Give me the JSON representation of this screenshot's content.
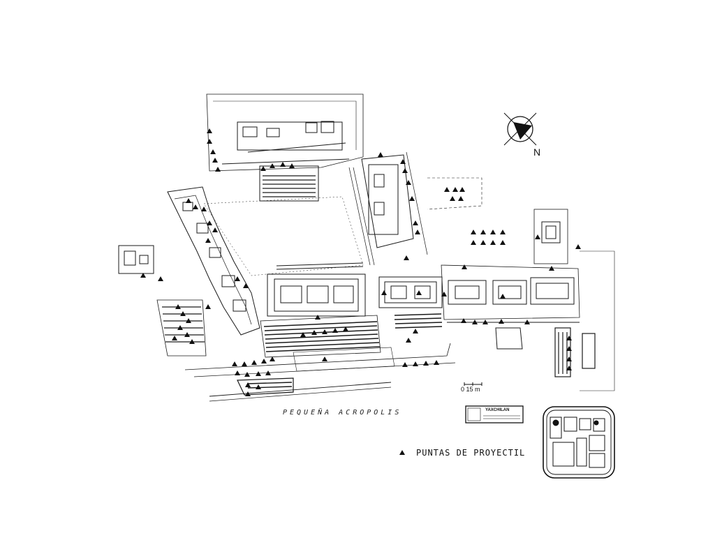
{
  "map": {
    "title": "PEQUEÑA ACROPOLIS",
    "legend_label": "PUNTAS DE PROYECTIL",
    "legend_symbol": "triangle-marker",
    "north_label": "N",
    "scale_label": "0   15 m",
    "site_card_title": "YAXCHILAN",
    "ink_color": "#1a1a1a"
  }
}
